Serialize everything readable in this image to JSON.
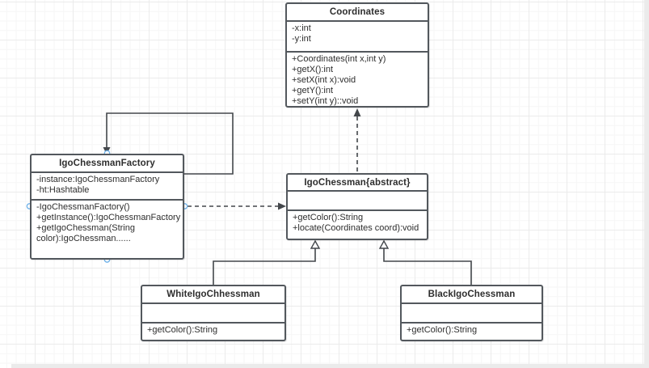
{
  "canvas": {
    "background": "#ffffff",
    "grid_minor_color": "#f6f6f6",
    "grid_major_color": "#ebebeb",
    "edge_strip_color": "#ebebeb"
  },
  "colors": {
    "box_border": "#53585d",
    "text": "#2e2e2e",
    "connector": "#43474b",
    "handle_ring": "#70b2e9"
  },
  "classes": [
    {
      "id": "coordinates",
      "name": "Coordinates",
      "attributes": [
        "-x:int",
        "-y:int"
      ],
      "methods": [
        "+Coordinates(int x,int y)",
        "+getX():int",
        "+setX(int x):void",
        "+getY():int",
        "+setY(int y)::void"
      ]
    },
    {
      "id": "igo-chessman-factory",
      "name": "IgoChessmanFactory",
      "attributes": [
        "-instance:IgoChessmanFactory",
        "-ht:Hashtable"
      ],
      "methods": [
        "-IgoChessmanFactory()",
        "+getInstance():IgoChessmanFactory",
        "+getIgoChessman(String",
        "color):IgoChessman......"
      ]
    },
    {
      "id": "igo-chessman-abstract",
      "name": "IgoChessman{abstract}",
      "attributes": [],
      "methods": [
        "+getColor():String",
        "+locate(Coordinates coord):void"
      ]
    },
    {
      "id": "white-igo-chhessman",
      "name": "WhiteIgoChhessman",
      "attributes": [],
      "methods": [
        "+getColor():String"
      ]
    },
    {
      "id": "black-igo-chessman",
      "name": "BlackIgoChessman",
      "attributes": [],
      "methods": [
        "+getColor():String"
      ]
    }
  ],
  "relationships": [
    {
      "from": "IgoChessmanFactory",
      "to": "IgoChessmanFactory",
      "type": "self-association",
      "line": "solid",
      "arrow": "filled"
    },
    {
      "from": "IgoChessmanFactory",
      "to": "IgoChessman{abstract}",
      "type": "dependency",
      "line": "dashed",
      "arrow": "filled"
    },
    {
      "from": "IgoChessman{abstract}",
      "to": "Coordinates",
      "type": "dependency",
      "line": "dashed",
      "arrow": "filled"
    },
    {
      "from": "WhiteIgoChhessman",
      "to": "IgoChessman{abstract}",
      "type": "generalization",
      "line": "solid",
      "arrow": "hollow-triangle"
    },
    {
      "from": "BlackIgoChessman",
      "to": "IgoChessman{abstract}",
      "type": "generalization",
      "line": "solid",
      "arrow": "hollow-triangle"
    }
  ]
}
